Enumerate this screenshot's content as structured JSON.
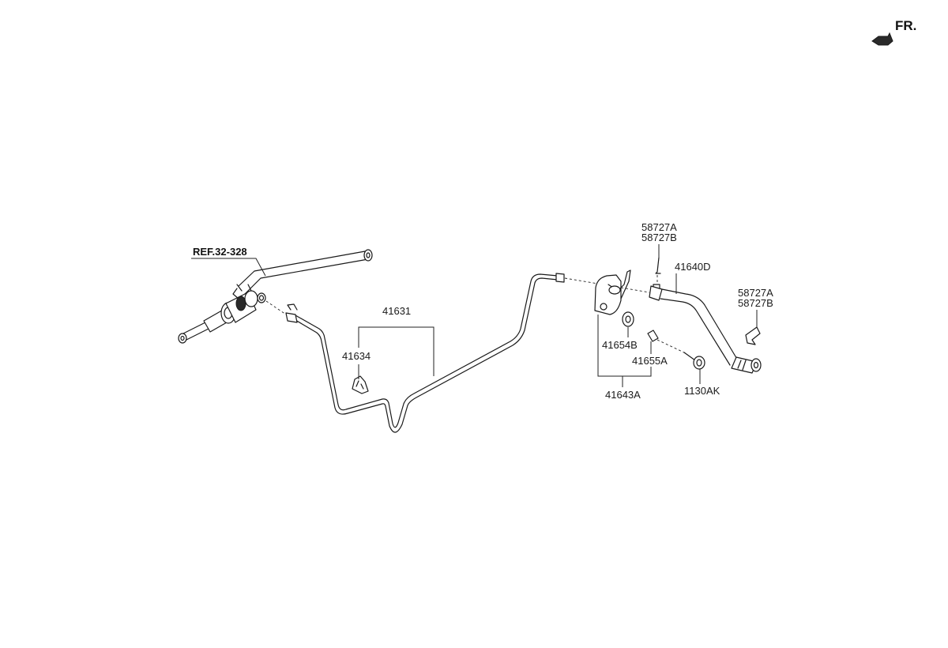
{
  "orientation": {
    "label": "FR."
  },
  "reference": {
    "label": "REF.32-328"
  },
  "callouts": {
    "tube_assembly": "41631",
    "clip": "41634",
    "hose": "41640D",
    "bracket_assembly": "41643A",
    "grommet": "41654B",
    "pin": "41655A",
    "bolt": "1130AK",
    "clip_upper_a": "58727A",
    "clip_upper_b": "58727B",
    "clip_right_a": "58727A",
    "clip_right_b": "58727B"
  }
}
